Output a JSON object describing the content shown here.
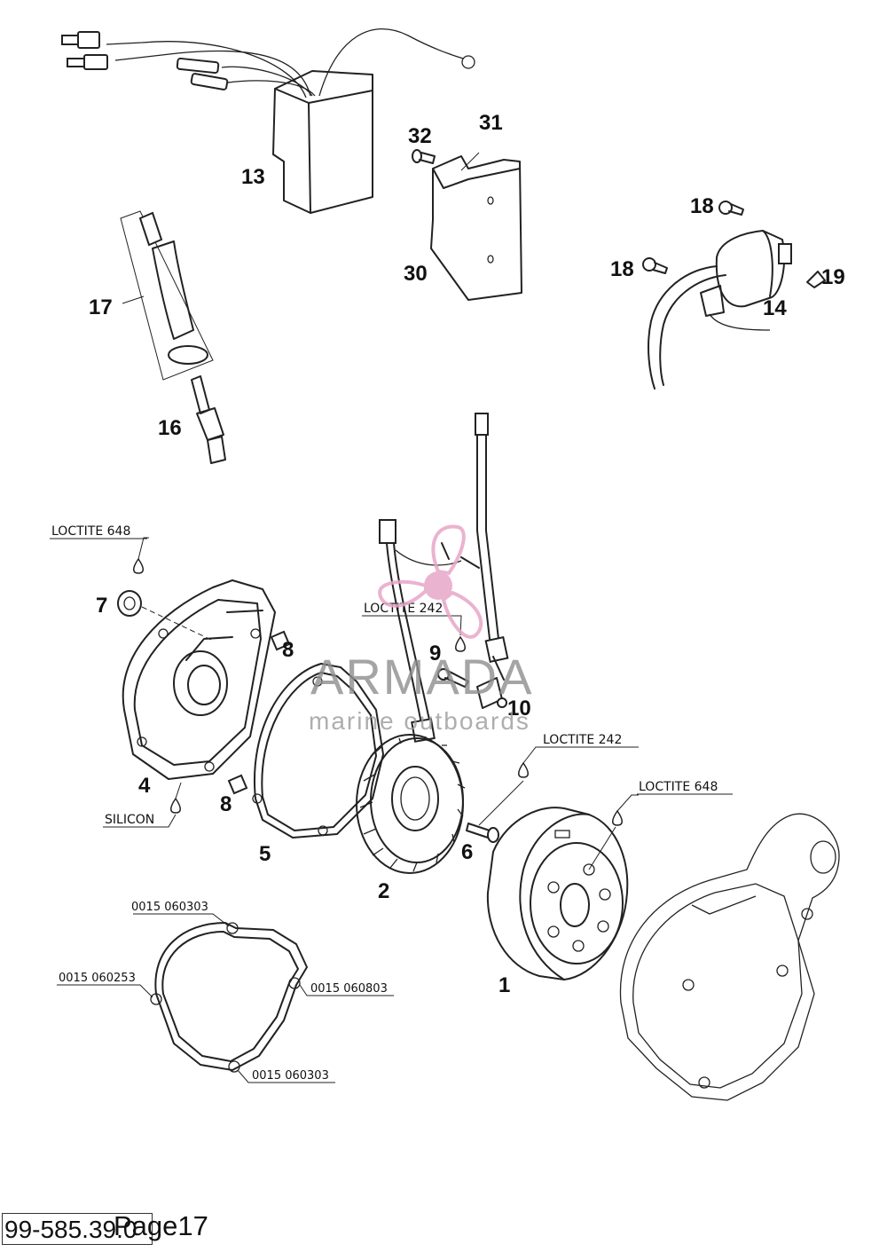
{
  "callouts": {
    "n1": "1",
    "n2": "2",
    "n4": "4",
    "n5": "5",
    "n6": "6",
    "n7": "7",
    "n8a": "8",
    "n8b": "8",
    "n9": "9",
    "n10": "10",
    "n13": "13",
    "n14": "14",
    "n16": "16",
    "n17": "17",
    "n18a": "18",
    "n18b": "18",
    "n19": "19",
    "n30": "30",
    "n31": "31",
    "n32": "32"
  },
  "notes": {
    "loctite648_top": "LOCTITE 648",
    "loctite242_mid": "LOCTITE 242",
    "loctite242_right": "LOCTITE 242",
    "loctite648_right": "LOCTITE 648",
    "silicon": "SILICON"
  },
  "gasket_part_numbers": {
    "top": "0015 060303",
    "left": "0015 060253",
    "right": "0015 060803",
    "bottom": "0015 060303"
  },
  "watermark": {
    "line1": "ARMADA",
    "line2": "marine outboards",
    "logo_color": "#e7a6c8"
  },
  "footer": {
    "code": "99-585.39.0",
    "page": "Page17"
  }
}
